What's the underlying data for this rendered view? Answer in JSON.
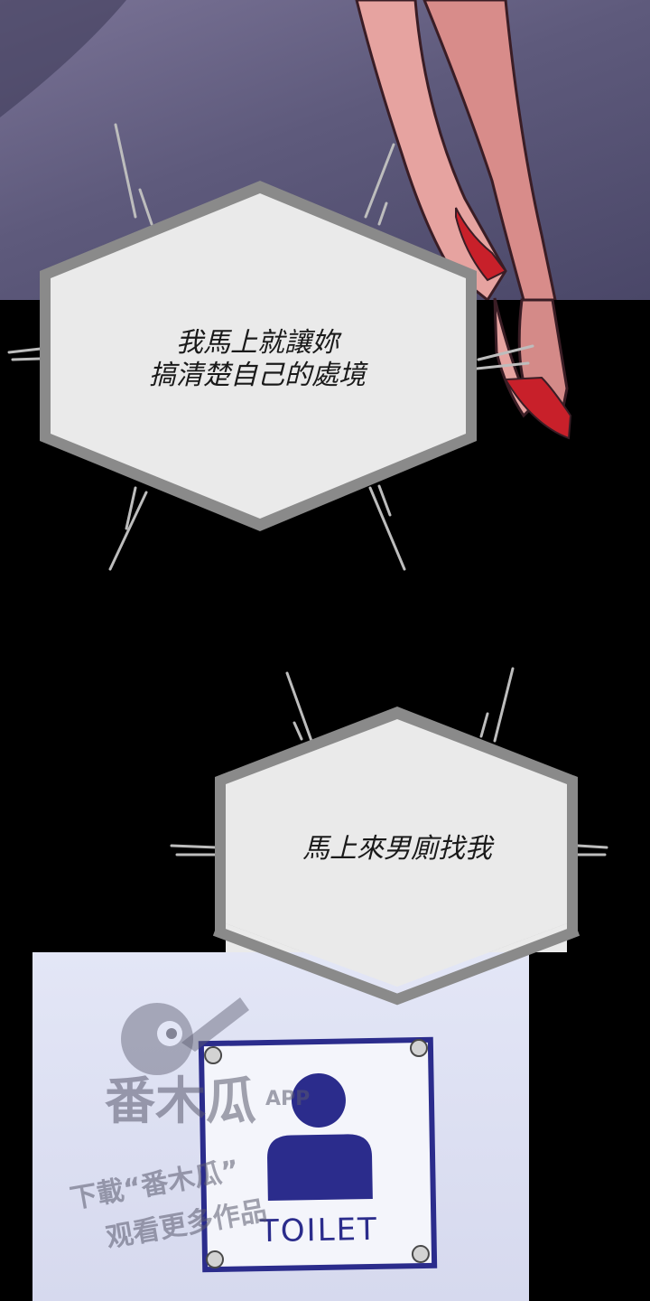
{
  "bubble1": {
    "line1": "我馬上就讓妳",
    "line2": "搞清楚自己的處境"
  },
  "bubble2": {
    "text": "馬上來男廁找我"
  },
  "sign": {
    "label": "TOILET"
  },
  "watermark": {
    "logo": "番木瓜",
    "app": "APP",
    "line1": "下載“番木瓜”",
    "line2": "观看更多作品"
  },
  "colors": {
    "sign_blue": "#2b2c8c",
    "bubble_fill": "#eaeaea",
    "bubble_border": "#8a8a8a"
  }
}
